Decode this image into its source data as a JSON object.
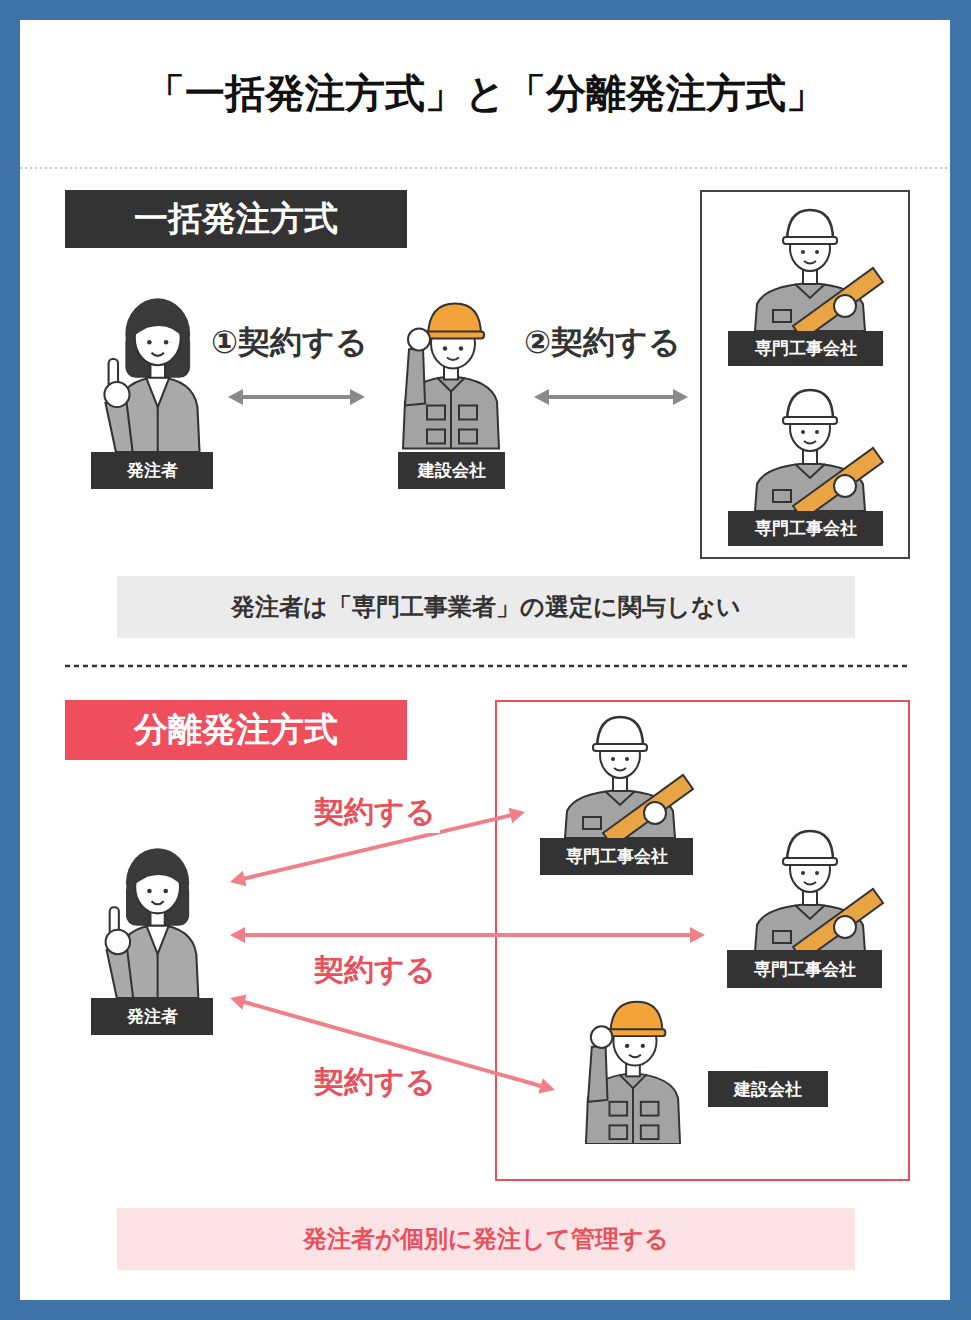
{
  "diagram": {
    "title": "「一括発注方式」と「分離発注方式」",
    "nodes": [
      {
        "text": [
          "一括発注方式"
        ]
      },
      {
        "text": [
          "発注者"
        ]
      },
      {
        "text": [
          "建設会社"
        ]
      },
      {
        "text": [
          "専門工事会社"
        ]
      },
      {
        "text": [
          "専門工事会社"
        ]
      },
      {
        "text": [
          "発注者は「専門工事業者」の選定に関与しない"
        ]
      },
      {
        "text": [
          "分離発注方式"
        ]
      },
      {
        "text": [
          "発注者"
        ]
      },
      {
        "text": [
          "専門工事会社"
        ]
      },
      {
        "text": [
          "専門工事会社"
        ]
      },
      {
        "text": [
          "建設会社"
        ]
      },
      {
        "text": [
          "発注者が個別に発注して管理する"
        ]
      }
    ],
    "edges": [
      {
        "from": 1,
        "to": 2,
        "label": "①契約する",
        "arrow": "both"
      },
      {
        "from": 2,
        "to": 3,
        "label": "②契約する",
        "arrow": "both"
      },
      {
        "from": 7,
        "to": 8,
        "label": "契約する",
        "arrow": "both"
      },
      {
        "from": 7,
        "to": 9,
        "label": "契約する",
        "arrow": "both"
      },
      {
        "from": 7,
        "to": 10,
        "label": "契約する",
        "arrow": "both"
      }
    ]
  }
}
